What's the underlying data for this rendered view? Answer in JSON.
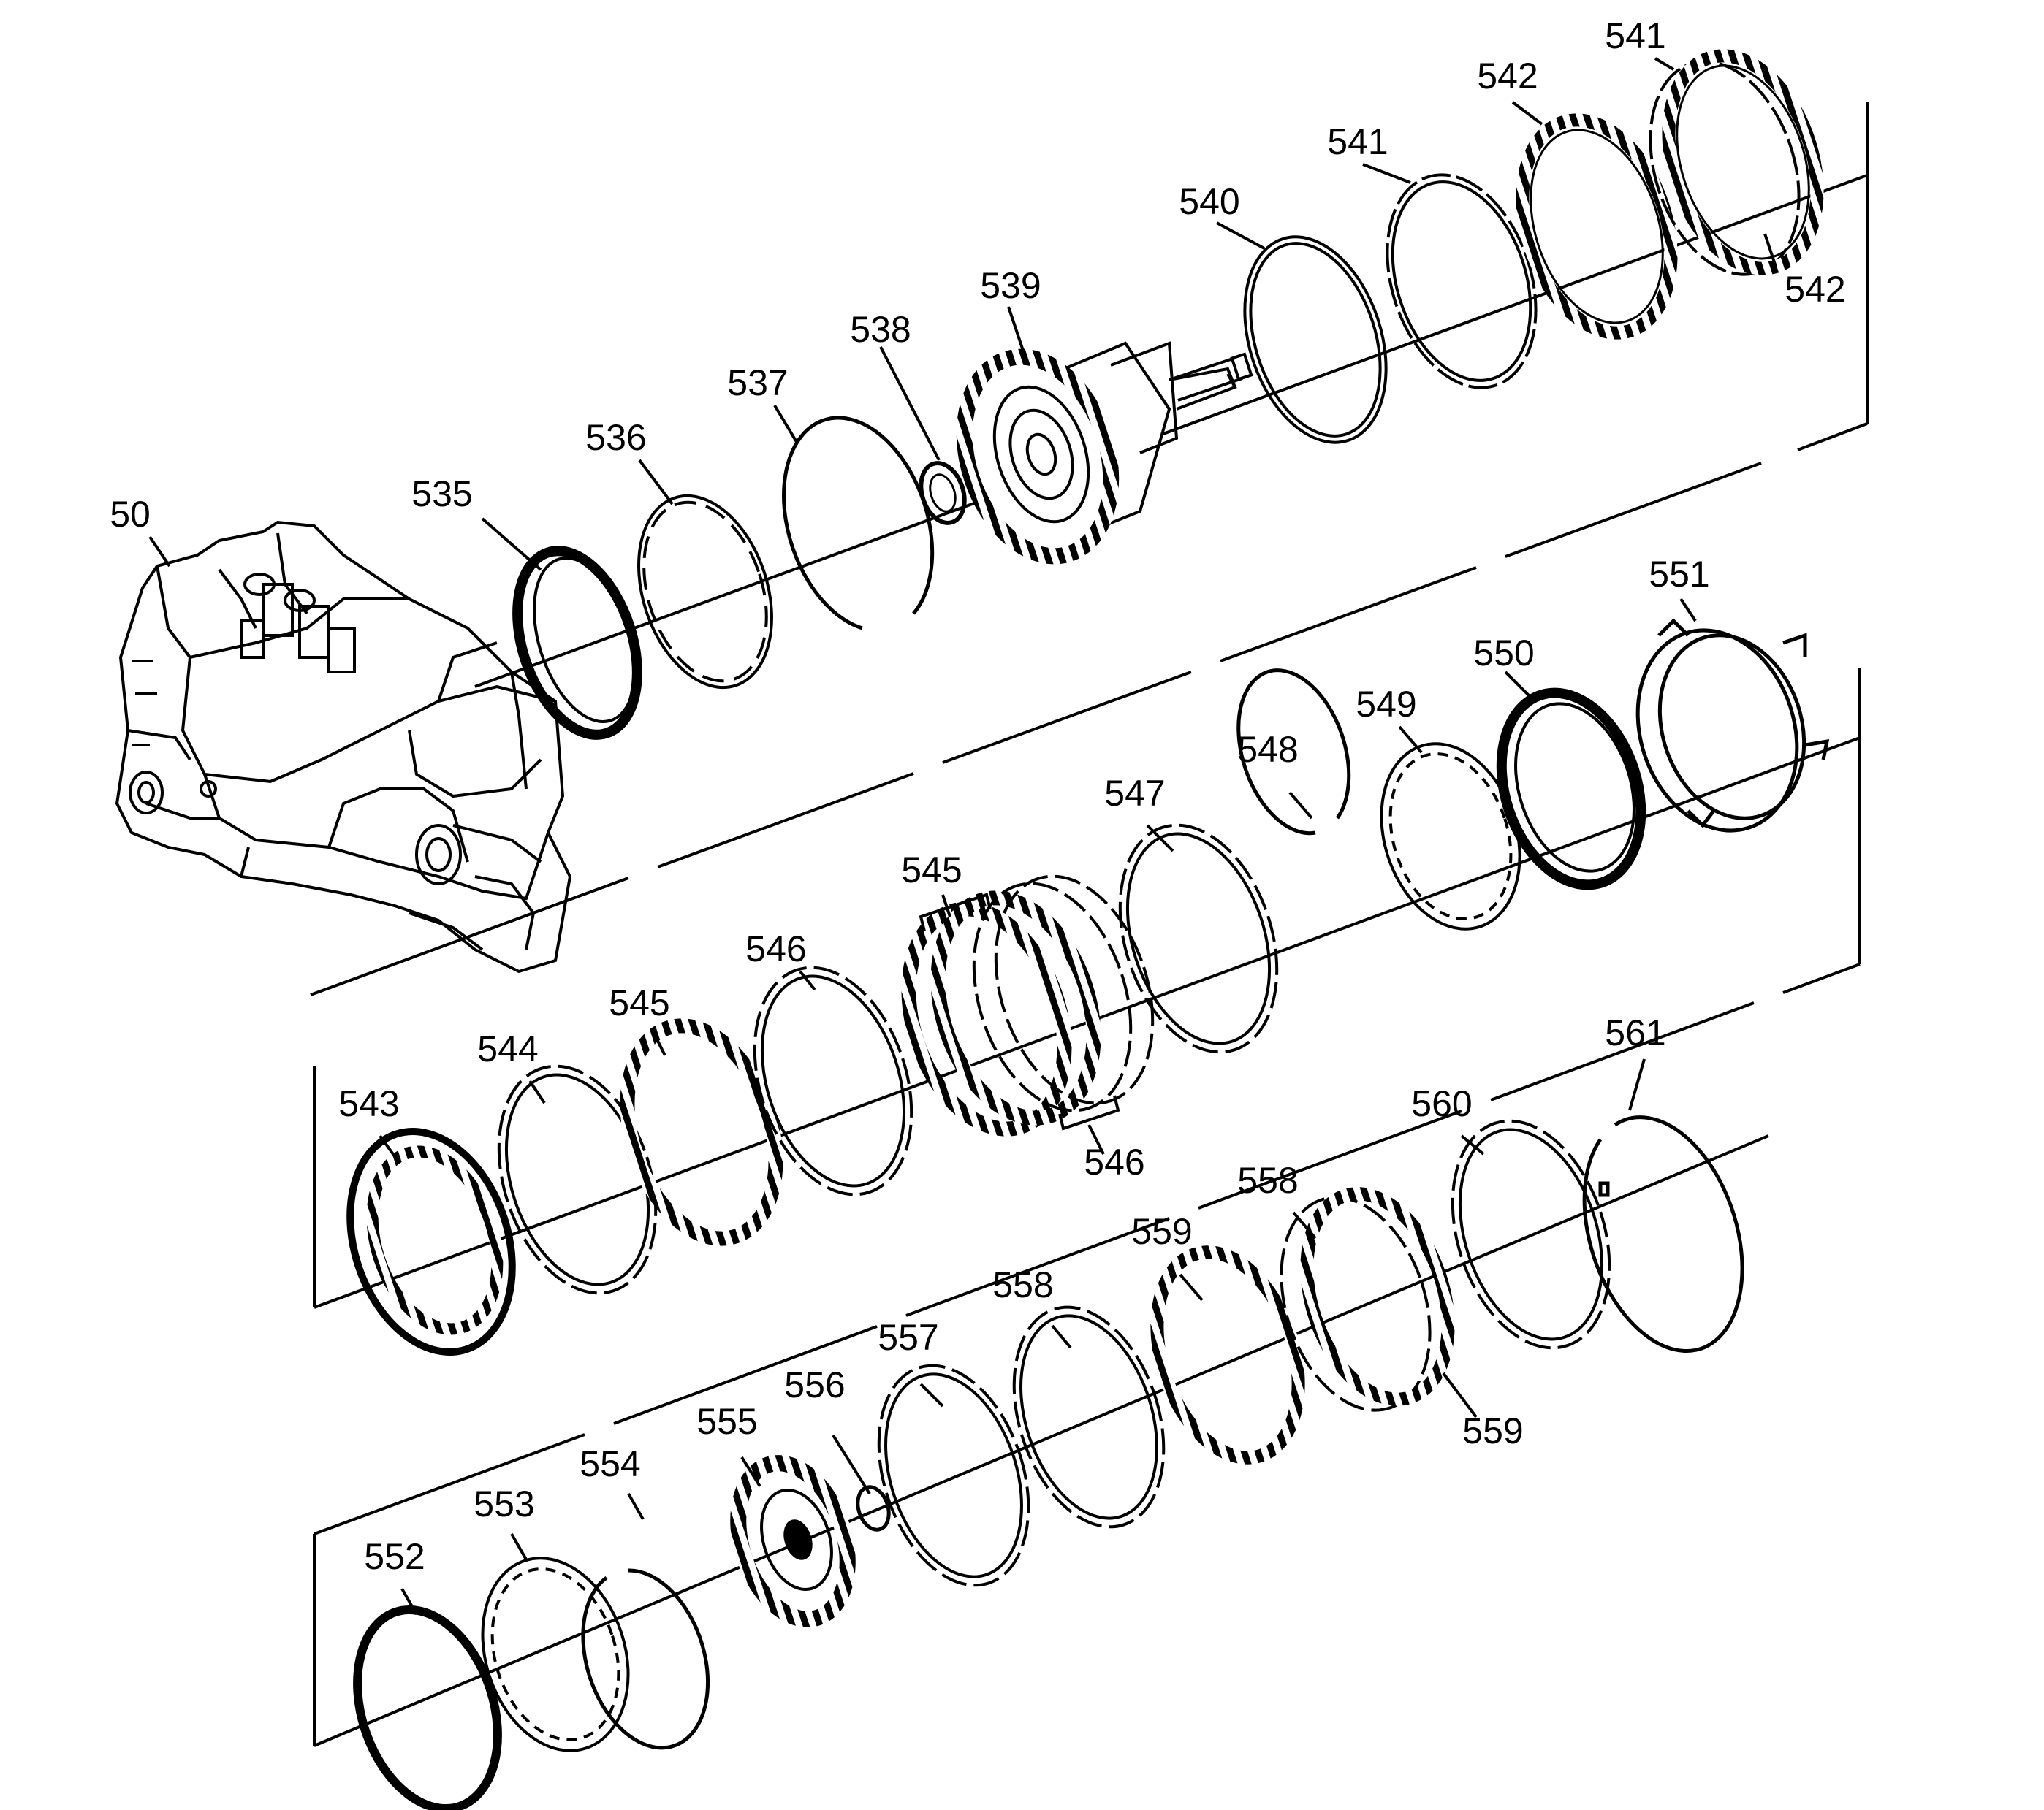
{
  "callouts": [
    {
      "id": "c50",
      "label": "50"
    },
    {
      "id": "c535",
      "label": "535"
    },
    {
      "id": "c536",
      "label": "536"
    },
    {
      "id": "c537",
      "label": "537"
    },
    {
      "id": "c538",
      "label": "538"
    },
    {
      "id": "c539",
      "label": "539"
    },
    {
      "id": "c540",
      "label": "540"
    },
    {
      "id": "c541a",
      "label": "541"
    },
    {
      "id": "c542a",
      "label": "542"
    },
    {
      "id": "c541b",
      "label": "541"
    },
    {
      "id": "c542b",
      "label": "542"
    },
    {
      "id": "c551",
      "label": "551"
    },
    {
      "id": "c550",
      "label": "550"
    },
    {
      "id": "c549",
      "label": "549"
    },
    {
      "id": "c548",
      "label": "548"
    },
    {
      "id": "c547",
      "label": "547"
    },
    {
      "id": "c545a",
      "label": "545"
    },
    {
      "id": "c546a",
      "label": "546"
    },
    {
      "id": "c545b",
      "label": "545"
    },
    {
      "id": "c544",
      "label": "544"
    },
    {
      "id": "c543",
      "label": "543"
    },
    {
      "id": "c546b",
      "label": "546"
    },
    {
      "id": "c561",
      "label": "561"
    },
    {
      "id": "c560",
      "label": "560"
    },
    {
      "id": "c558a",
      "label": "558"
    },
    {
      "id": "c559a",
      "label": "559"
    },
    {
      "id": "c558b",
      "label": "558"
    },
    {
      "id": "c559b",
      "label": "559"
    },
    {
      "id": "c557",
      "label": "557"
    },
    {
      "id": "c556",
      "label": "556"
    },
    {
      "id": "c555",
      "label": "555"
    },
    {
      "id": "c554",
      "label": "554"
    },
    {
      "id": "c553",
      "label": "553"
    },
    {
      "id": "c552",
      "label": "552"
    }
  ],
  "colors": {
    "ink": "#000000",
    "background": "#ffffff"
  }
}
